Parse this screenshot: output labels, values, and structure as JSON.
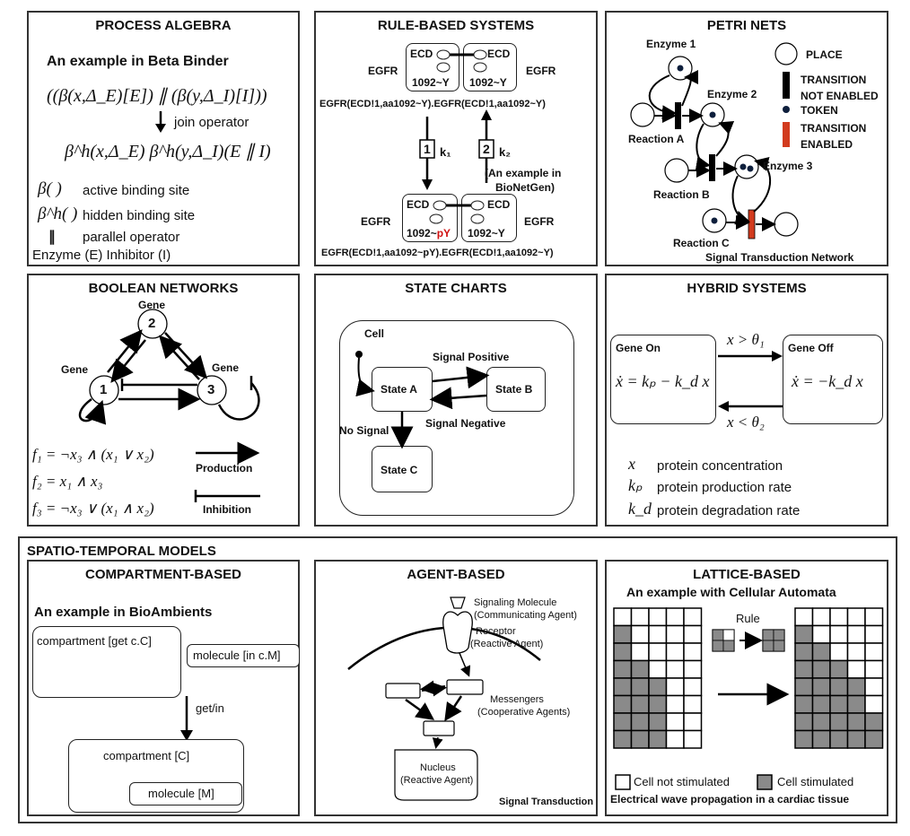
{
  "process_algebra": {
    "title": "PROCESS ALGEBRA",
    "subtitle": "An example in Beta Binder",
    "formula1": "((β(x,Δ_E)[E]) ∥ (β(y,Δ_I)[I]))",
    "join_label": "join operator",
    "formula2": "β^h(x,Δ_E) β^h(y,Δ_I)(E ∥ I)",
    "legend": [
      {
        "symbol": "β( )",
        "text": "active binding site"
      },
      {
        "symbol": "β^h( )",
        "text": "hidden binding site"
      },
      {
        "symbol": "∥",
        "text": "parallel operator"
      }
    ],
    "footer": "Enzyme (E)  Inhibitor (I)"
  },
  "rule_based": {
    "title": "RULE-BASED SYSTEMS",
    "ecd": "ECD",
    "egfr": "EGFR",
    "site_y": "1092~Y",
    "site_py_prefix": "1092~",
    "site_py_suffix": "pY",
    "rule_top": "EGFR(ECD!1,aa1092~Y).EGFR(ECD!1,aa1092~Y)",
    "rule_bottom": "EGFR(ECD!1,aa1092~pY).EGFR(ECD!1,aa1092~Y)",
    "step1": "1",
    "step2": "2",
    "k1": "k₁",
    "k2": "k₂",
    "note_line1": "(An example in",
    "note_line2": "BioNetGen)",
    "accent_red": "#d01010"
  },
  "petri_nets": {
    "title": "PETRI NETS",
    "enzyme1": "Enzyme 1",
    "enzyme2": "Enzyme 2",
    "enzyme3": "Enzyme 3",
    "reactionA": "Reaction A",
    "reactionB": "Reaction B",
    "reactionC": "Reaction C",
    "legend_place": "PLACE",
    "legend_transition_1": "TRANSITION",
    "legend_transition_2": "NOT ENABLED",
    "legend_token": "TOKEN",
    "legend_enabled_1": "TRANSITION",
    "legend_enabled_2": "ENABLED",
    "footer": "Signal Transduction Network",
    "enabled_color": "#d23b1e"
  },
  "boolean": {
    "title": "BOOLEAN NETWORKS",
    "gene": "Gene",
    "n1": "1",
    "n2": "2",
    "n3": "3",
    "f1": "f₁ = ¬x₃ ∧ (x₁ ∨ x₂)",
    "f2": "f₂ = x₁ ∧ x₃",
    "f3": "f₃ = ¬x₃ ∨ (x₁ ∧ x₂)",
    "production": "Production",
    "inhibition": "Inhibition"
  },
  "state_charts": {
    "title": "STATE CHARTS",
    "cell": "Cell",
    "stateA": "State A",
    "stateB": "State B",
    "stateC": "State C",
    "signal_positive": "Signal Positive",
    "signal_negative": "Signal Negative",
    "no_signal": "No Signal"
  },
  "hybrid": {
    "title": "HYBRID SYSTEMS",
    "gene_on": "Gene On",
    "gene_off": "Gene Off",
    "eq_on": "ẋ = kₚ − k_d x",
    "eq_off": "ẋ = −k_d x",
    "guard_top": "x > θ₁",
    "guard_bottom": "x < θ₂",
    "legend": [
      {
        "symbol": "x",
        "text": "protein concentration"
      },
      {
        "symbol": "kₚ",
        "text": "protein production rate"
      },
      {
        "symbol": "k_d",
        "text": "protein degradation rate"
      }
    ]
  },
  "spatio": {
    "title": "SPATIO-TEMPORAL MODELS"
  },
  "compartment": {
    "title": "COMPARTMENT-BASED",
    "subtitle": "An example in BioAmbients",
    "box1": "compartment [get c.C]",
    "box2": "molecule [in c.M]",
    "arrow_label": "get/in",
    "box3": "compartment [C]",
    "box4": "molecule [M]"
  },
  "agent": {
    "title": "AGENT-BASED",
    "signaling_1": "Signaling Molecule",
    "signaling_2": "(Communicating  Agent)",
    "receptor_1": "Receptor",
    "receptor_2": "(Reactive Agent)",
    "messengers_1": "Messengers",
    "messengers_2": "(Cooperative Agents)",
    "nucleus_1": "Nucleus",
    "nucleus_2": "(Reactive Agent)",
    "footer": "Signal Transduction"
  },
  "lattice": {
    "title": "LATTICE-BASED",
    "subtitle": "An example with Cellular Automata",
    "rule": "Rule",
    "legend_not": "Cell not stimulated",
    "legend_yes": "Cell stimulated",
    "footer": "Electrical wave propagation in  a cardiac tissue",
    "cell_gray": "#8a8a8a",
    "grid_left": [
      [
        0,
        0,
        0,
        0,
        0
      ],
      [
        1,
        0,
        0,
        0,
        0
      ],
      [
        1,
        0,
        0,
        0,
        0
      ],
      [
        1,
        1,
        0,
        0,
        0
      ],
      [
        1,
        1,
        1,
        0,
        0
      ],
      [
        1,
        1,
        1,
        0,
        0
      ],
      [
        1,
        1,
        1,
        0,
        0
      ],
      [
        1,
        1,
        1,
        0,
        0
      ]
    ],
    "grid_right": [
      [
        0,
        0,
        0,
        0,
        0
      ],
      [
        1,
        0,
        0,
        0,
        0
      ],
      [
        1,
        1,
        0,
        0,
        0
      ],
      [
        1,
        1,
        1,
        0,
        0
      ],
      [
        1,
        1,
        1,
        1,
        0
      ],
      [
        1,
        1,
        1,
        1,
        0
      ],
      [
        1,
        1,
        1,
        1,
        1
      ],
      [
        1,
        1,
        1,
        1,
        1
      ]
    ]
  }
}
